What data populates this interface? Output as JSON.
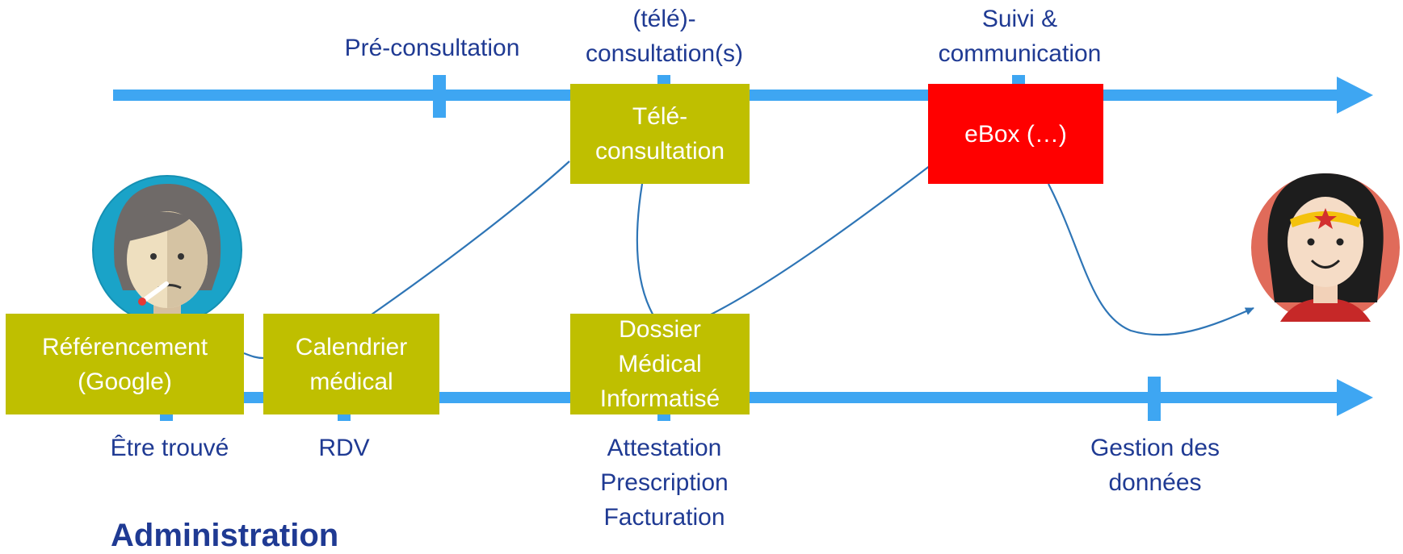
{
  "colors": {
    "arrow": "#3ea6f2",
    "tick": "#3ea6f2",
    "box_green": "#bfbf00",
    "box_red": "#ff0000",
    "connector": "#2e75b6",
    "text": "#1f3a93"
  },
  "top_axis": {
    "labels": {
      "pre_consultation": "Pré-consultation",
      "tele_consultations": "(télé)-\nconsultation(s)",
      "suivi": "Suivi &\ncommunication"
    }
  },
  "bottom_axis": {
    "labels": {
      "etre_trouve": "Être trouvé",
      "rdv": "RDV",
      "attestation": "Attestation\nPrescription\nFacturation",
      "gestion": "Gestion des\ndonnées"
    }
  },
  "boxes": {
    "referencement": "Référencement\n(Google)",
    "calendrier": "Calendrier\nmédical",
    "dossier": "Dossier\nMédical\nInformatisé",
    "teleconsultation": "Télé-\nconsultation",
    "ebox": "eBox (…)"
  },
  "heading_bottom": "Administration",
  "icons": {
    "patient": "sick-patient-icon",
    "hero": "wonder-woman-icon"
  }
}
